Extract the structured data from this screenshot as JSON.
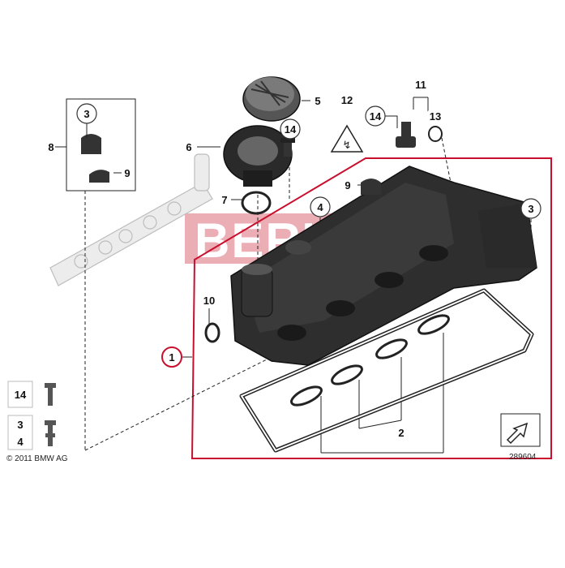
{
  "diagram": {
    "callouts": {
      "c1": "1",
      "c2": "2",
      "c3a": "3",
      "c3b": "3",
      "c4": "4",
      "c5": "5",
      "c6": "6",
      "c7": "7",
      "c8": "8",
      "c9a": "9",
      "c9b": "9",
      "c10": "10",
      "c11": "11",
      "c12": "12",
      "c13": "13",
      "c14a": "14",
      "c14b": "14"
    },
    "legend": {
      "l14": "14",
      "l3": "3",
      "l4": "4"
    },
    "copyright": "© 2011 BMW AG",
    "figure_number": "289604",
    "watermark": "BERUF",
    "colors": {
      "frame": "#c8102e",
      "watermark_bg": "#e8a0a8",
      "part": "#2b2b2b",
      "ghost": "#e6e6e6"
    }
  }
}
